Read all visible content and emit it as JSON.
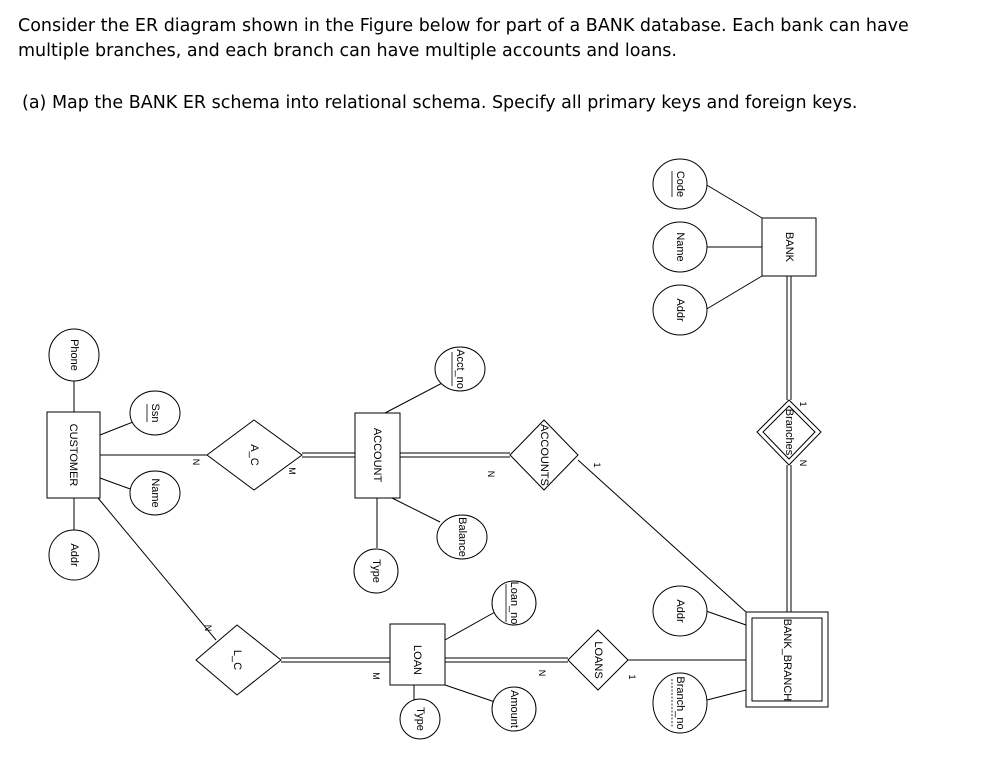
{
  "intro_text": "Consider the ER diagram shown in the Figure below for part of a BANK database. Each bank can have multiple branches, and each branch can have multiple accounts and loans.",
  "question_text": "(a) Map the BANK ER schema into relational schema. Specify all primary keys and foreign keys.",
  "entities": {
    "bank": "BANK",
    "bank_branch": "BANK_BRANCH",
    "customer": "CUSTOMER",
    "account": "ACCOUNT",
    "loan": "LOAN"
  },
  "relationships": {
    "branches": "Branches",
    "accounts": "ACCOUNTS",
    "loans": "LOANS",
    "a_c": "A_C",
    "l_c": "L_C"
  },
  "attributes": {
    "bank_code": "Code",
    "bank_name": "Name",
    "bank_addr": "Addr",
    "branch_addr": "Addr",
    "branch_no": "Branch_no",
    "customer_phone": "Phone",
    "customer_ssn": "Ssn",
    "customer_name": "Name",
    "customer_addr": "Addr",
    "acct_no": "Acct_no",
    "account_balance": "Balance",
    "account_type": "Type",
    "loan_no": "Loan_no",
    "loan_amount": "Amount",
    "loan_type": "Type"
  },
  "cardinalities": {
    "branches_bank": "1",
    "branches_branch": "N",
    "accounts_branch": "1",
    "accounts_account": "N",
    "loans_branch": "1",
    "loans_loan": "N",
    "ac_customer": "N",
    "ac_account": "M",
    "lc_customer": "N",
    "lc_loan": "M"
  }
}
